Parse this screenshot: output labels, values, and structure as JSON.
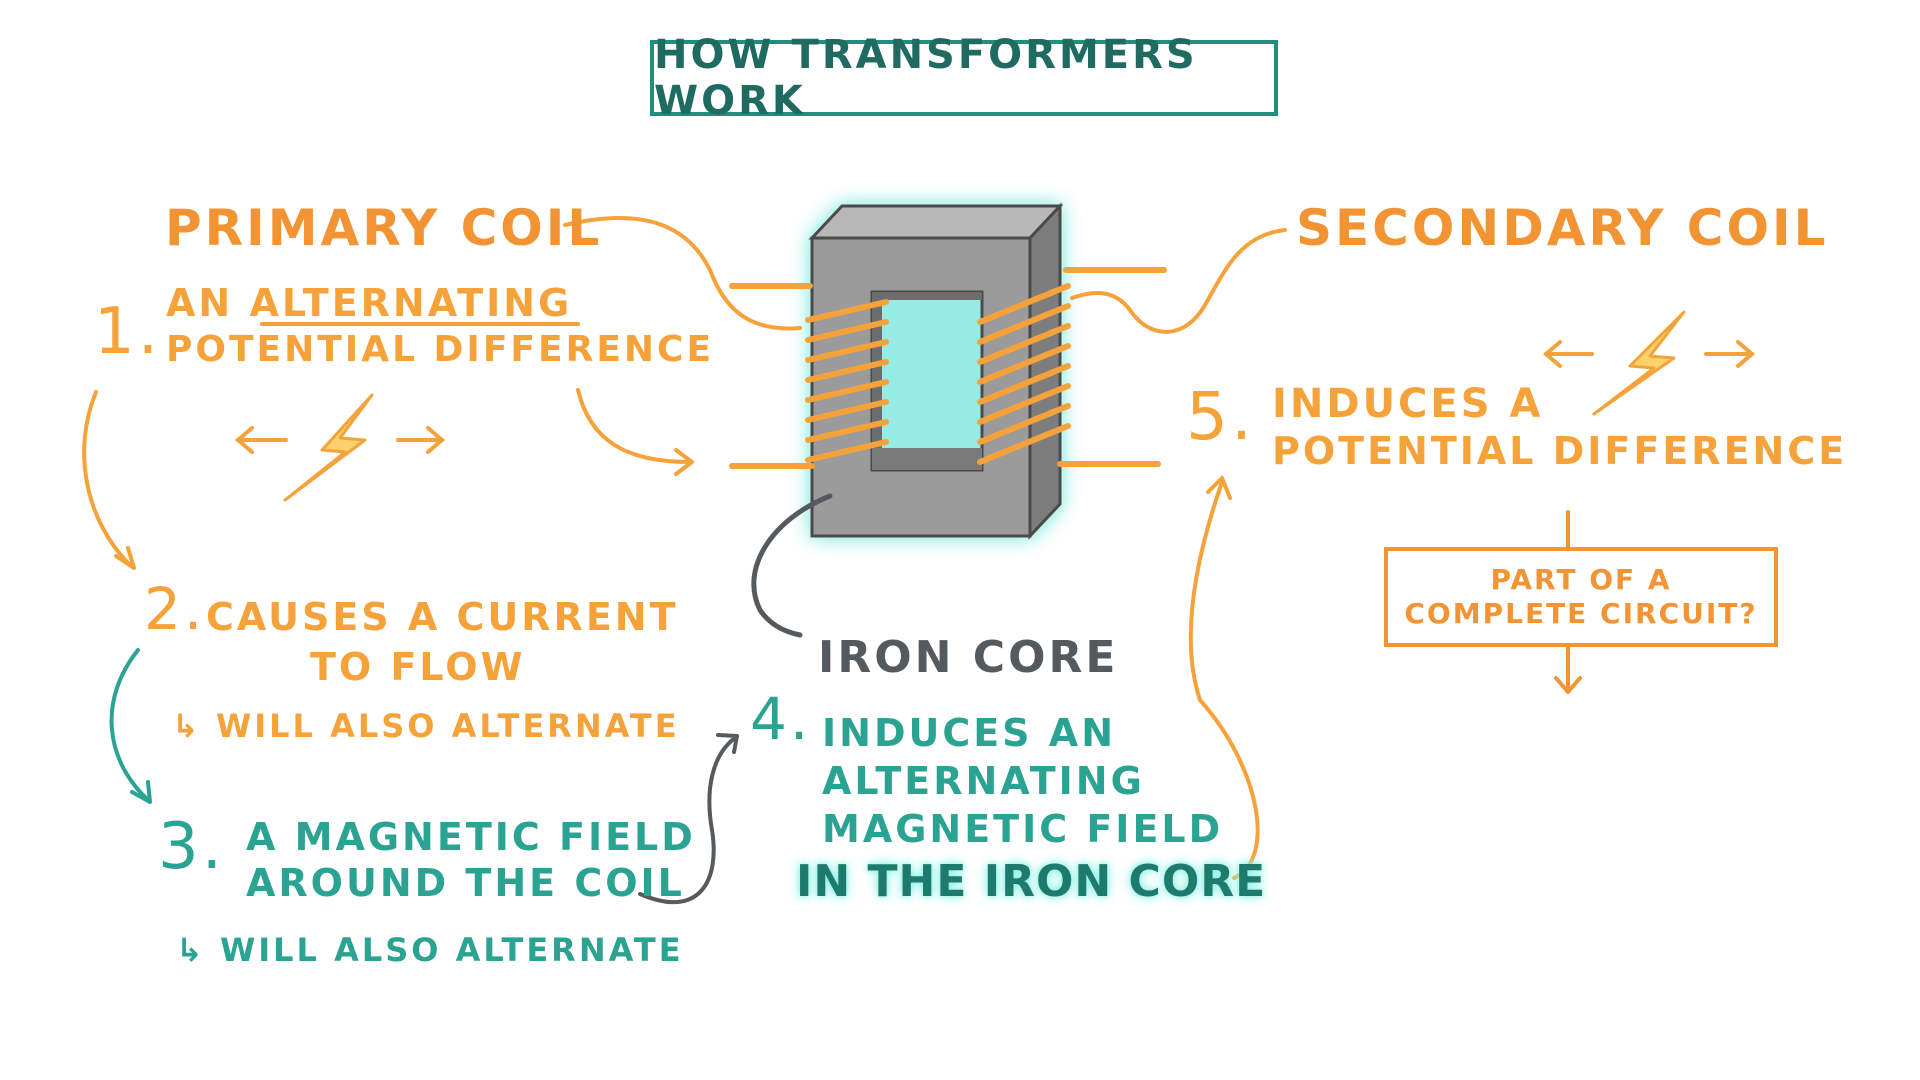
{
  "title": "How transformers work",
  "primary_coil": "Primary coil",
  "secondary_coil": "Secondary coil",
  "iron_core": "Iron core",
  "steps": [
    {
      "number": "1.",
      "lines": [
        "An alternating",
        "potential difference"
      ]
    },
    {
      "number": "2.",
      "lines": [
        "Causes a current",
        "to flow"
      ],
      "note": "Will also alternate"
    },
    {
      "number": "3.",
      "lines": [
        "A magnetic field",
        "around the coil"
      ],
      "note": "Will also alternate"
    },
    {
      "number": "4.",
      "lines": [
        "Induces an",
        "alternating",
        "magnetic field"
      ],
      "emphasis": "In the iron core"
    },
    {
      "number": "5.",
      "lines": [
        "Induces a",
        "potential difference"
      ]
    }
  ],
  "question_box": {
    "lines": [
      "Part of a",
      "complete circuit?"
    ]
  },
  "colors": {
    "orange": "#f5a23a",
    "teal": "#2aa393",
    "grey_core": "#9b9b9b",
    "glow": "#5fe3d6"
  },
  "icons": [
    "lightning-bolt-icon",
    "double-arrow-icon"
  ]
}
